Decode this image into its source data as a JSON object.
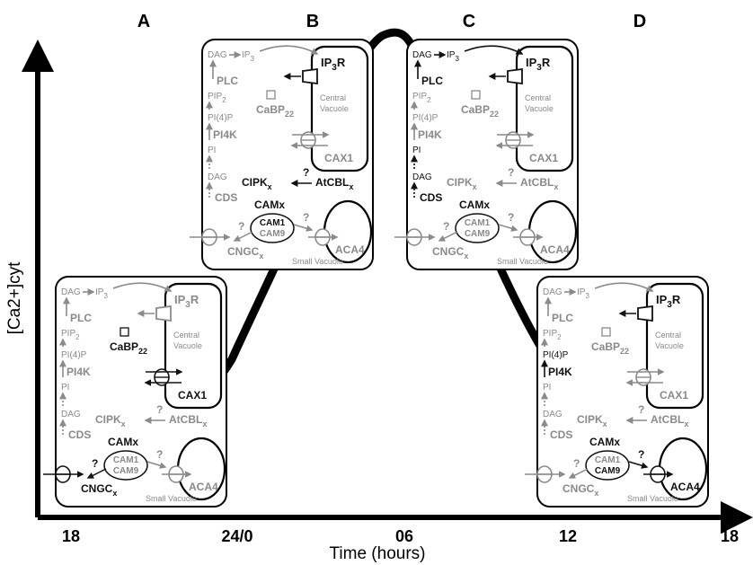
{
  "axes": {
    "y_label": "[Ca2+]cyt",
    "x_label": "Time (hours)",
    "x_ticks": [
      "18",
      "24/0",
      "06",
      "12",
      "18"
    ],
    "columns": [
      "A",
      "B",
      "C",
      "D"
    ]
  },
  "colors": {
    "active": "#111111",
    "inactive": "#8a8a8a",
    "trace": "#000000"
  },
  "cells": [
    {
      "id": "A",
      "dag_top": "DAG",
      "ip3": "IP",
      "ip3_sub": "3",
      "ip3r": "IP",
      "ip3r_sub": "3",
      "ip3r_tail": "R",
      "plc": "PLC",
      "pip2": "PIP",
      "pip2_sub": "2",
      "cabp": "CaBP",
      "cabp_sub": "22",
      "central_1": "Central",
      "central_2": "Vacuole",
      "pi4p": "PI(4)P",
      "pi4k": "PI4K",
      "pi": "PI",
      "cax1": "CAX1",
      "dag_low": "DAG",
      "cipk": "CIPK",
      "cipk_sub": "x",
      "atcbl": "AtCBL",
      "atcbl_sub": "x",
      "cds": "CDS",
      "camx": "CAMx",
      "cam1": "CAM1",
      "cam9": "CAM9",
      "q": "?",
      "aca4": "ACA4",
      "cngc": "CNGC",
      "cngc_sub": "x",
      "small_vacuole": "Small Vacuole",
      "active": [
        "cabp",
        "cax1",
        "camx",
        "cngc"
      ]
    },
    {
      "id": "B",
      "dag_top": "DAG",
      "ip3": "IP",
      "ip3_sub": "3",
      "ip3r": "IP",
      "ip3r_sub": "3",
      "ip3r_tail": "R",
      "plc": "PLC",
      "pip2": "PIP",
      "pip2_sub": "2",
      "cabp": "CaBP",
      "cabp_sub": "22",
      "central_1": "Central",
      "central_2": "Vacuole",
      "pi4p": "PI(4)P",
      "pi4k": "PI4K",
      "pi": "PI",
      "cax1": "CAX1",
      "dag_low": "DAG",
      "cipk": "CIPK",
      "cipk_sub": "x",
      "atcbl": "AtCBL",
      "atcbl_sub": "x",
      "cds": "CDS",
      "camx": "CAMx",
      "cam1": "CAM1",
      "cam9": "CAM9",
      "q": "?",
      "aca4": "ACA4",
      "cngc": "CNGC",
      "cngc_sub": "x",
      "small_vacuole": "Small Vacuole",
      "active": [
        "ip3r",
        "cipk",
        "atcbl",
        "camx",
        "cam1"
      ]
    },
    {
      "id": "C",
      "dag_top": "DAG",
      "ip3": "IP",
      "ip3_sub": "3",
      "ip3r": "IP",
      "ip3r_sub": "3",
      "ip3r_tail": "R",
      "plc": "PLC",
      "pip2": "PIP",
      "pip2_sub": "2",
      "cabp": "CaBP",
      "cabp_sub": "22",
      "central_1": "Central",
      "central_2": "Vacuole",
      "pi4p": "PI(4)P",
      "pi4k": "PI4K",
      "pi": "PI",
      "cax1": "CAX1",
      "dag_low": "DAG",
      "cipk": "CIPK",
      "cipk_sub": "x",
      "atcbl": "AtCBL",
      "atcbl_sub": "x",
      "cds": "CDS",
      "camx": "CAMx",
      "cam1": "CAM1",
      "cam9": "CAM9",
      "q": "?",
      "aca4": "ACA4",
      "cngc": "CNGC",
      "cngc_sub": "x",
      "small_vacuole": "Small Vacuole",
      "active": [
        "ip3r",
        "dag_top",
        "ip3",
        "plc",
        "pi",
        "dag_low",
        "cds",
        "camx"
      ]
    },
    {
      "id": "D",
      "dag_top": "DAG",
      "ip3": "IP",
      "ip3_sub": "3",
      "ip3r": "IP",
      "ip3r_sub": "3",
      "ip3r_tail": "R",
      "plc": "PLC",
      "pip2": "PIP",
      "pip2_sub": "2",
      "cabp": "CaBP",
      "cabp_sub": "22",
      "central_1": "Central",
      "central_2": "Vacuole",
      "pi4p": "PI(4)P",
      "pi4k": "PI4K",
      "pi": "PI",
      "cax1": "CAX1",
      "dag_low": "DAG",
      "cipk": "CIPK",
      "cipk_sub": "x",
      "atcbl": "AtCBL",
      "atcbl_sub": "x",
      "cds": "CDS",
      "camx": "CAMx",
      "cam1": "CAM1",
      "cam9": "CAM9",
      "q": "?",
      "aca4": "ACA4",
      "cngc": "CNGC",
      "cngc_sub": "x",
      "small_vacuole": "Small Vacuole",
      "active": [
        "ip3r",
        "pi4p",
        "pi4k",
        "camx",
        "cam9",
        "aca4"
      ]
    }
  ]
}
